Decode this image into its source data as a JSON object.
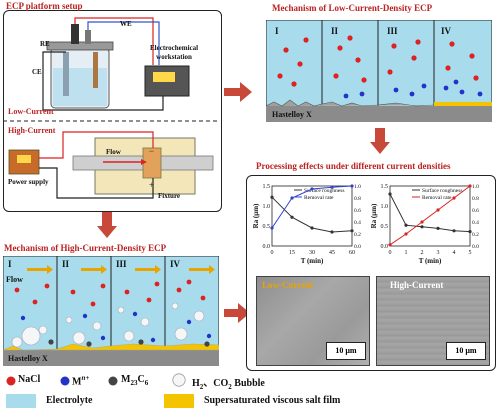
{
  "setup": {
    "title": "ECP platform setup",
    "labels": {
      "re": "RE",
      "we": "WE",
      "ce": "CE",
      "workstation": "Electrochemical\nworkstation",
      "low": "Low-Current",
      "high": "High-Current",
      "flow": "Flow",
      "power": "Power supply",
      "fixture": "Fixture"
    }
  },
  "low_mech": {
    "title": "Mechanism of Low-Current-Density ECP",
    "stages": [
      "I",
      "II",
      "III",
      "IV"
    ],
    "substrate": "Hastelloy X"
  },
  "high_mech": {
    "title": "Mechanism of High-Current-Density ECP",
    "stages": [
      "I",
      "II",
      "III",
      "IV"
    ],
    "flow": "Flow",
    "substrate": "Hastelloy X"
  },
  "effects": {
    "title": "Processing effects under different current densities",
    "low_label": "Low-Current",
    "high_label": "High-Current",
    "scale": "10 μm"
  },
  "chart_data": [
    {
      "type": "line",
      "xlabel": "T (min)",
      "ylabel": "Ra (μm)",
      "y2label": "",
      "x": [
        0,
        15,
        30,
        45,
        60
      ],
      "xlim": [
        0,
        60
      ],
      "ylim": [
        0,
        1.5
      ],
      "y2lim": [
        0,
        1.0
      ],
      "series": [
        {
          "name": "Surface roughness",
          "color": "#333333",
          "values": [
            1.22,
            0.72,
            0.45,
            0.35,
            0.38
          ]
        },
        {
          "name": "Removal rate",
          "color": "#3344cc",
          "values": [
            0.3,
            0.8,
            0.95,
            0.98,
            1.0
          ]
        }
      ]
    },
    {
      "type": "line",
      "xlabel": "T (min)",
      "ylabel": "Ra (μm)",
      "y2label": "",
      "x": [
        0,
        1,
        2,
        3,
        4,
        5
      ],
      "xlim": [
        0,
        5
      ],
      "ylim": [
        0,
        1.5
      ],
      "y2lim": [
        0,
        1.0
      ],
      "series": [
        {
          "name": "Surface roughness",
          "color": "#333333",
          "values": [
            1.3,
            0.52,
            0.48,
            0.44,
            0.38,
            0.36
          ]
        },
        {
          "name": "Removal rate",
          "color": "#dd2222",
          "values": [
            0.02,
            0.2,
            0.4,
            0.6,
            0.8,
            1.0
          ]
        }
      ]
    }
  ],
  "legend": {
    "nacl": "NaCl",
    "metal": "M",
    "metal_sup": "n+",
    "carbide": "M",
    "carbide_sub1": "23",
    "carbide_c": "C",
    "carbide_sub2": "6",
    "bubble": "H",
    "bubble_sub": "2",
    "bubble_rest": "、CO",
    "bubble_sub2": "2",
    "bubble_end": " Bubble",
    "electrolyte": "Electrolyte",
    "saltfilm": "Supersaturated viscous salt film",
    "colors": {
      "nacl": "#dd2222",
      "metal": "#2233cc",
      "carbide": "#444444",
      "electrolyte": "#a8dced",
      "saltfilm": "#f5c400"
    }
  }
}
